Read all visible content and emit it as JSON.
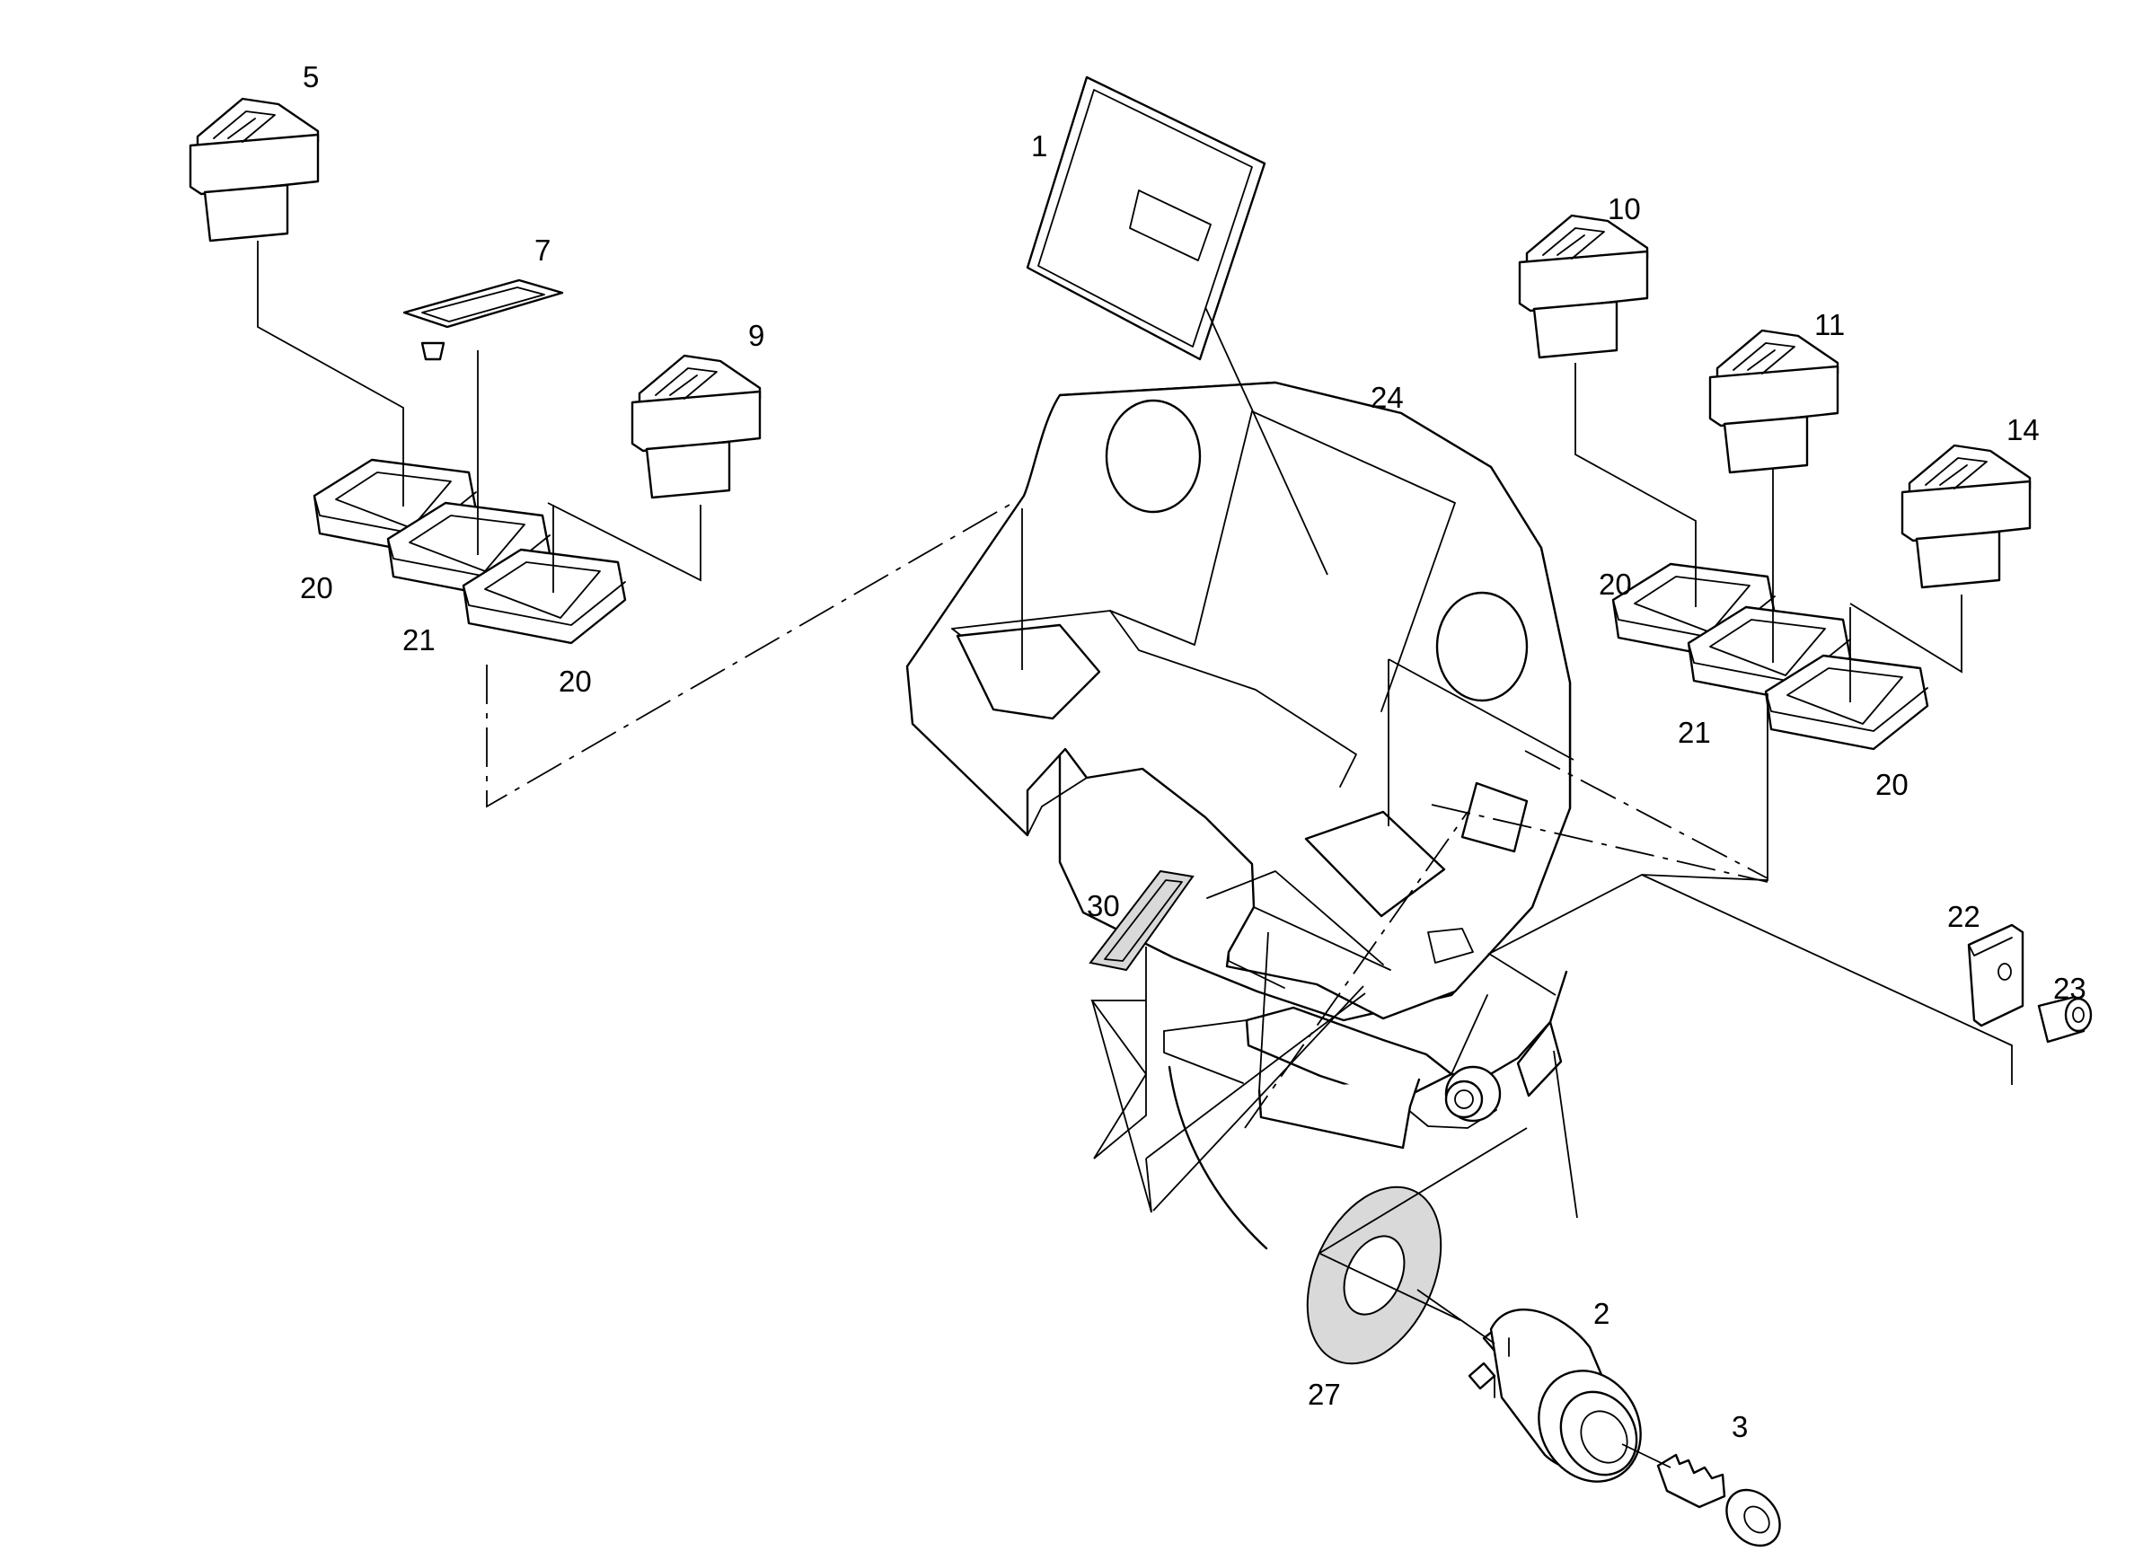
{
  "callouts": {
    "c1": "1",
    "c2": "2",
    "c3": "3",
    "c5": "5",
    "c7": "7",
    "c9": "9",
    "c10": "10",
    "c11": "11",
    "c14": "14",
    "c20a": "20",
    "c21a": "21",
    "c20b": "20",
    "c20c": "20",
    "c21b": "21",
    "c20d": "20",
    "c22": "22",
    "c23": "23",
    "c24": "24",
    "c27": "27",
    "c30": "30"
  }
}
